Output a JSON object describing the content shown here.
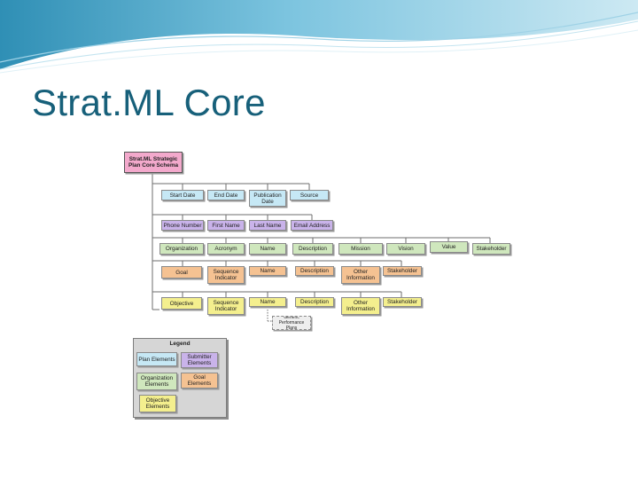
{
  "slide": {
    "title": "Strat.ML Core"
  },
  "diagram": {
    "root": "Strat.ML Strategic Plan Core Schema",
    "row1": [
      "Start Date",
      "End Date",
      "Publication Date",
      "Source"
    ],
    "row2": [
      "Phone Number",
      "First Name",
      "Last Name",
      "Email Address"
    ],
    "row3": [
      "Organization",
      "Acronym",
      "Name",
      "Description",
      "Mission",
      "Vision",
      "Value",
      "Stakeholder"
    ],
    "row4": [
      "Goal",
      "Sequence Indicator",
      "Name",
      "Description",
      "Other Information",
      "Stakeholder"
    ],
    "row5": [
      "Objective",
      "Sequence Indicator",
      "Name",
      "Description",
      "Other Information",
      "Stakeholder"
    ],
    "generic": "Generic Performance Plans",
    "legend": {
      "title": "Legend",
      "plan": "Plan Elements",
      "submitter": "Submitter Elements",
      "organization": "Organization Elements",
      "goal": "Goal Elements",
      "objective": "Objective Elements"
    }
  },
  "colors": {
    "title": "#17607a",
    "plan": "#c6e8f5",
    "submitter": "#c9b3ea",
    "organization": "#cfe7bd",
    "goal": "#f5c292",
    "objective": "#f4ef8e",
    "root": "#f3a9cc"
  }
}
